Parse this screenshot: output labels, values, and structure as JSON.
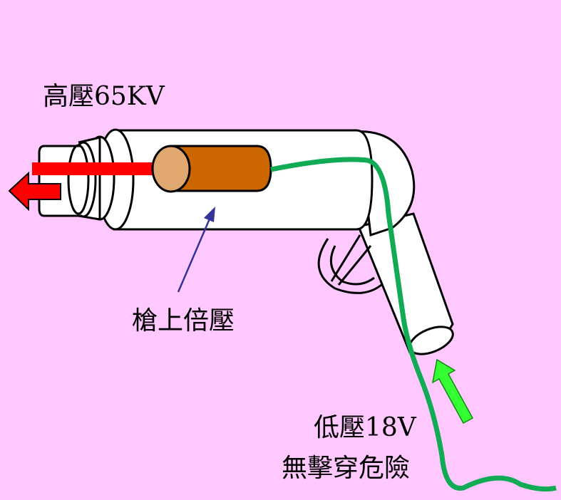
{
  "labels": {
    "high_voltage": "高壓65KV",
    "multiplier": "槍上倍壓",
    "low_voltage": "低壓18V",
    "no_breakdown": "無擊穿危險"
  },
  "colors": {
    "background": "#FFC8FF",
    "output_arrow": "#FF0000",
    "wire": "#11AA55",
    "input_arrow": "#33FF33",
    "pointer_arrow": "#333399",
    "multiplier_body": "#CC6600",
    "multiplier_cap": "#E0A870"
  }
}
